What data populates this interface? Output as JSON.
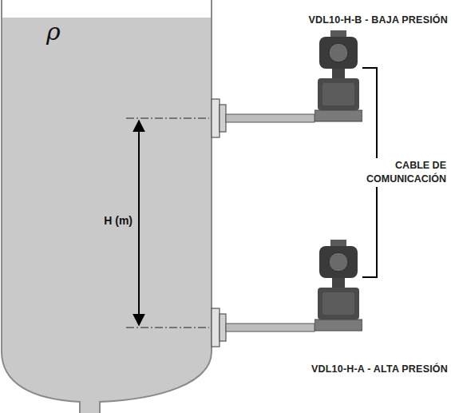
{
  "diagram": {
    "nodes": [
      {
        "text": [
          "VDL10-H-B - BAJA PRESIÓN"
        ]
      },
      {
        "text": [
          "VDL10-H-A - ALTA PRESIÓN"
        ]
      }
    ],
    "edges": [
      {
        "from": 0,
        "to": 1,
        "arrow": "none",
        "label": "CABLE DE COMUNICACIÓN"
      }
    ],
    "labels": [
      "ρ",
      "H (m)"
    ]
  }
}
